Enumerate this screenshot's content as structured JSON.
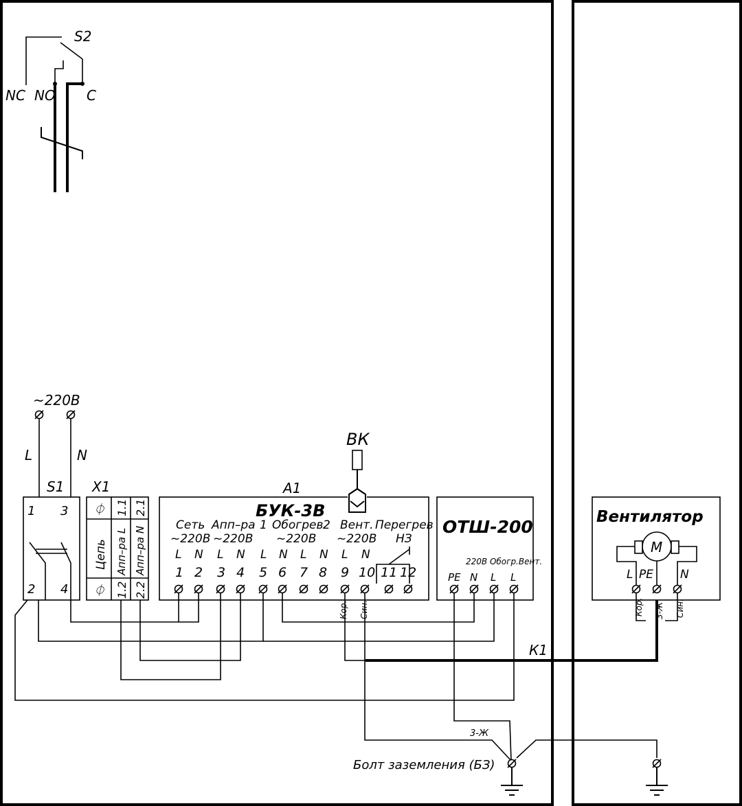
{
  "switch_s2": {
    "name": "S2",
    "nc": "NC",
    "no": "NO",
    "c": "C"
  },
  "supply": {
    "voltage": "~220В",
    "l": "L",
    "n": "N"
  },
  "s1": {
    "name": "S1",
    "t1": "1",
    "t2": "2",
    "t3": "3",
    "t4": "4"
  },
  "x1": {
    "name": "X1",
    "col_left": {
      "top": "⏀",
      "label": "Цепь",
      "bottom": "⏀"
    },
    "col_mid": {
      "top": "1.1",
      "label": "Апп–ра L",
      "bottom": "1.2"
    },
    "col_right": {
      "top": "2.1",
      "label": "Апп–ра N",
      "bottom": "2.2"
    }
  },
  "a1": {
    "ref": "A1",
    "title": "БУК-3В",
    "groups": {
      "g1": "Сеть",
      "g1v": "~220В",
      "g2": "Апп–ра",
      "g2v": "~220В",
      "g3a": "1",
      "g3": "Обогрев",
      "g3b": "2",
      "g3v": "~220В",
      "g4": "Вент.",
      "g4v": "~220В",
      "g5": "Перегрев",
      "g5v": "НЗ"
    },
    "phase_labels": [
      "L",
      "N",
      "L",
      "N",
      "L",
      "N",
      "L",
      "N",
      "L",
      "N"
    ],
    "terminals": [
      "1",
      "2",
      "3",
      "4",
      "5",
      "6",
      "7",
      "8",
      "9",
      "10",
      "11",
      "12"
    ]
  },
  "sensor": {
    "name": "ВК"
  },
  "otsh": {
    "title": "ОТШ-200",
    "header": "220В Обогр.Вент.",
    "terminals": [
      "PE",
      "N",
      "L",
      "L"
    ]
  },
  "fan": {
    "title": "Вентилятор",
    "motor": "M",
    "terminals": [
      "L",
      "PE",
      "N"
    ]
  },
  "wires": {
    "kor": "Кор.",
    "sin": "Син.",
    "zh": "3-Ж",
    "cable": "К1"
  },
  "ground": {
    "label": "Болт заземления (БЗ)"
  },
  "symbols": {
    "terminal": "terminal-circle-icon",
    "ground": "ground-icon"
  }
}
